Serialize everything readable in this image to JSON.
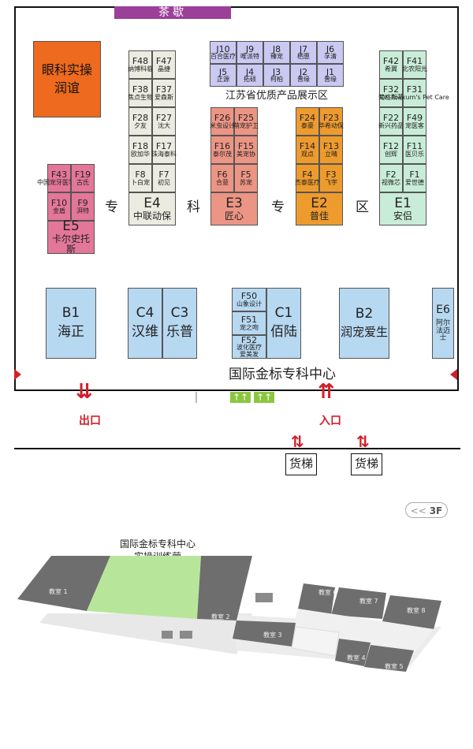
{
  "tea_break": "茶歇",
  "ophthalmology": "眼科实操\n润谊",
  "jiangsu_title": "江苏省优质产品展示区",
  "jiangsu_top": [
    {
      "code": "J10",
      "name": "百合医疗"
    },
    {
      "code": "J9",
      "name": "唯派特"
    },
    {
      "code": "J8",
      "name": "臻宠"
    },
    {
      "code": "J7",
      "name": "栖惠"
    },
    {
      "code": "J6",
      "name": "孚清"
    }
  ],
  "jiangsu_bottom": [
    {
      "code": "J5",
      "name": "正源"
    },
    {
      "code": "J4",
      "name": "拓硕"
    },
    {
      "code": "J3",
      "name": "柯柏"
    },
    {
      "code": "J2",
      "name": "普缘"
    },
    {
      "code": "J1",
      "name": "普缘"
    }
  ],
  "zone_e5": {
    "small": [
      {
        "code": "F43",
        "name": "中国宠牙医学院"
      },
      {
        "code": "F19",
        "name": "古氏"
      },
      {
        "code": "F10",
        "name": "金盾"
      },
      {
        "code": "F9",
        "name": "湃特"
      }
    ],
    "big_code": "E5",
    "big_name": "卡尔史托斯"
  },
  "zone_e4": {
    "small": [
      {
        "code": "F48",
        "name": "纳博科临"
      },
      {
        "code": "F47",
        "name": "晶捷"
      },
      {
        "code": "F38",
        "name": "焦点生物"
      },
      {
        "code": "F37",
        "name": "爱森斯"
      },
      {
        "code": "F28",
        "name": "夕友"
      },
      {
        "code": "F27",
        "name": "沈大"
      },
      {
        "code": "F18",
        "name": "欧加华"
      },
      {
        "code": "F17",
        "name": "珠海泰科"
      },
      {
        "code": "F8",
        "name": "卜白宠"
      },
      {
        "code": "F7",
        "name": "初见"
      }
    ],
    "big_code": "E4",
    "big_name": "中联动保"
  },
  "zone_e3": {
    "small": [
      {
        "code": "F26",
        "name": "米虫设计"
      },
      {
        "code": "F25",
        "name": "萌宠护卫"
      },
      {
        "code": "F16",
        "name": "泰尔茂"
      },
      {
        "code": "F15",
        "name": "美宠协"
      },
      {
        "code": "F6",
        "name": "合意"
      },
      {
        "code": "F5",
        "name": "苏宠"
      }
    ],
    "big_code": "E3",
    "big_name": "匠心"
  },
  "zone_e2": {
    "small": [
      {
        "code": "F24",
        "name": "泰豪"
      },
      {
        "code": "F23",
        "name": "华希动保"
      },
      {
        "code": "F14",
        "name": "观点"
      },
      {
        "code": "F13",
        "name": "立晴"
      },
      {
        "code": "F4",
        "name": "杰泰医疗"
      },
      {
        "code": "F3",
        "name": "飞宇"
      }
    ],
    "big_code": "E2",
    "big_name": "普佳"
  },
  "zone_e1": {
    "small": [
      {
        "code": "F42",
        "name": "希翼"
      },
      {
        "code": "F41",
        "name": "北农阳光"
      },
      {
        "code": "F32",
        "name": "梵格斯蒂"
      },
      {
        "code": "F31",
        "name": "Dr. Foxxum's Pet Care"
      },
      {
        "code": "F22",
        "name": "新兴药品"
      },
      {
        "code": "F49",
        "name": "宠医客"
      },
      {
        "code": "F12",
        "name": "创辉"
      },
      {
        "code": "F11",
        "name": "医贝乐"
      },
      {
        "code": "F2",
        "name": "视微芯"
      },
      {
        "code": "F1",
        "name": "爱世德"
      }
    ],
    "big_code": "E1",
    "big_name": "安侣"
  },
  "zone_labels": [
    "专",
    "科",
    "专",
    "区"
  ],
  "bottom_booths": {
    "b1": {
      "code": "B1",
      "name": "海正"
    },
    "c4": {
      "code": "C4",
      "name": "汉维"
    },
    "c3": {
      "code": "C3",
      "name": "乐普"
    },
    "c1": {
      "code": "C1",
      "name": "佰陆"
    },
    "b2": {
      "code": "B2",
      "name": "润宠爱生"
    },
    "e6": {
      "code": "E6",
      "name": "阿尔法迈士"
    }
  },
  "f_stack": [
    {
      "code": "F50",
      "name": "山象设计"
    },
    {
      "code": "F51",
      "name": "宠之吻"
    },
    {
      "code": "F52",
      "name": "波化医疗 爱美发"
    }
  ],
  "center_title": "国际金标专科中心",
  "exit_label": "出口",
  "entrance_label": "入口",
  "elevator_label": "货梯",
  "floor_badge": "3F",
  "floor_badge_prefix": "<<",
  "iso_label": "国际金标专科中心\n实操训练营",
  "rooms": [
    "教室 1",
    "教室 2",
    "教室 3",
    "教室 4",
    "教室 5",
    "教室 6",
    "教室 7",
    "教室 8"
  ],
  "colors": {
    "pink": "#e4769a",
    "gray": "#ecebe1",
    "salmon": "#ec9585",
    "orange": "#ee9b2e",
    "green": "#c9ecd8",
    "blue": "#b7d8f1",
    "lavender": "#c9c9f2",
    "ophthalmology": "#ee6a1e",
    "tea_break": "#9b3f99",
    "arrow_red": "#d21f2a",
    "highlight_green": "#b7e69a"
  }
}
